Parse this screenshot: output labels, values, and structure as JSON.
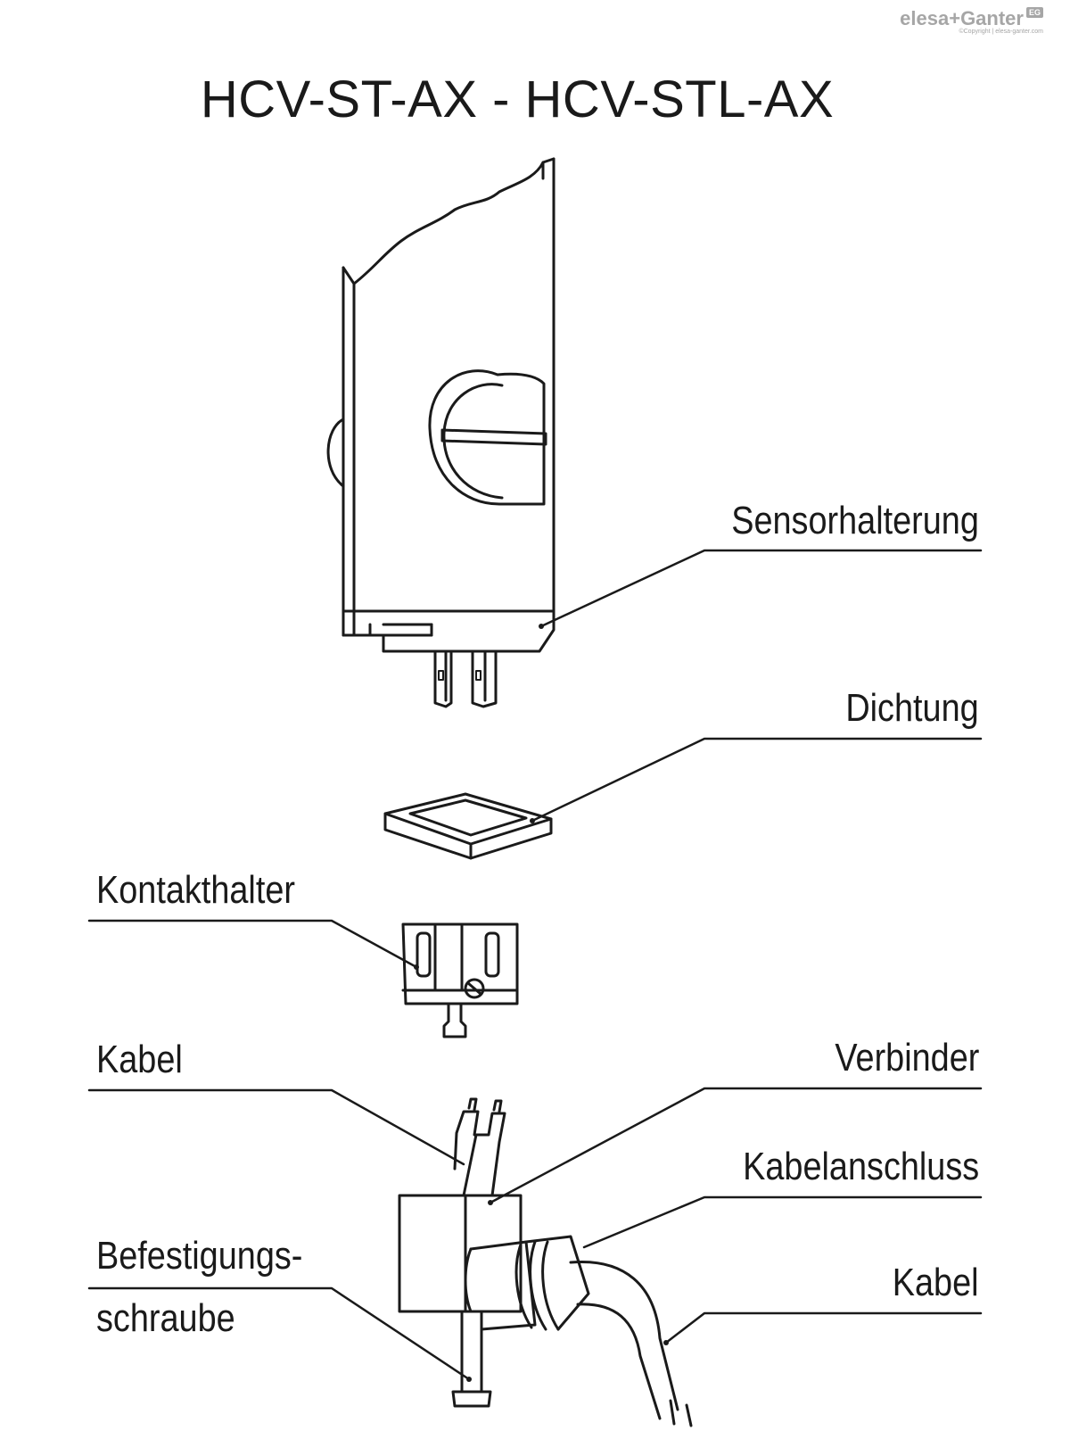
{
  "title": "HCV-ST-AX - HCV-STL-AX",
  "logo": {
    "brand": "elesa+Ganter",
    "badge": "EG",
    "copyright": "©Copyright | elesa-ganter.com"
  },
  "labels": {
    "sensorhalterung": "Sensorhalterung",
    "dichtung": "Dichtung",
    "kontakthalter": "Kontakthalter",
    "kabel_top": "Kabel",
    "verbinder": "Verbinder",
    "kabelanschluss": "Kabelanschluss",
    "befestigung_1": "Befestigungs-",
    "befestigung_2": "schraube",
    "kabel_bottom": "Kabel"
  }
}
